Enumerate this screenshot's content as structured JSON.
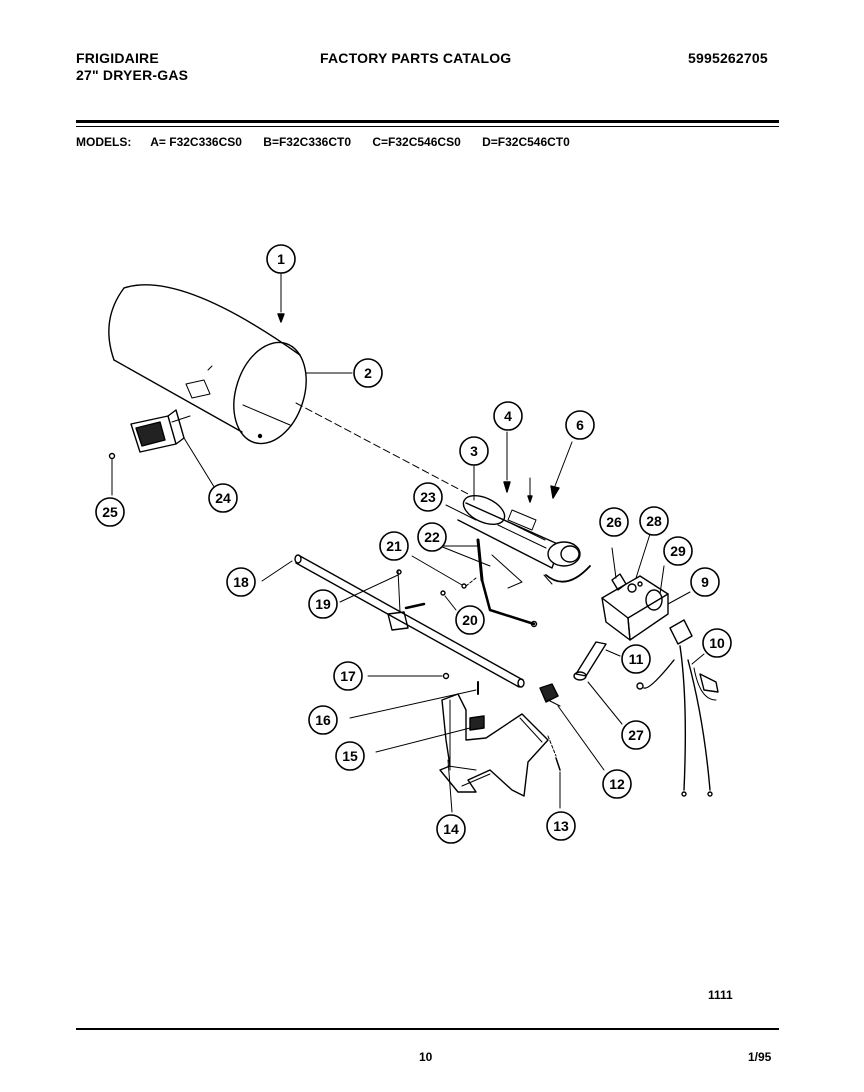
{
  "header": {
    "brand": "FRIGIDAIRE",
    "product": "27\" DRYER-GAS",
    "catalog_title": "FACTORY PARTS CATALOG",
    "catalog_number": "5995262705"
  },
  "models": {
    "label": "MODELS:",
    "items": [
      "A= F32C336CS0",
      "B=F32C336CT0",
      "C=F32C546CS0",
      "D=F32C546CT0"
    ]
  },
  "callouts": [
    {
      "id": "callout-1",
      "label": "1"
    },
    {
      "id": "callout-2",
      "label": "2"
    },
    {
      "id": "callout-3",
      "label": "3"
    },
    {
      "id": "callout-4",
      "label": "4"
    },
    {
      "id": "callout-6",
      "label": "6"
    },
    {
      "id": "callout-9",
      "label": "9"
    },
    {
      "id": "callout-10",
      "label": "10"
    },
    {
      "id": "callout-11",
      "label": "11"
    },
    {
      "id": "callout-12",
      "label": "12"
    },
    {
      "id": "callout-13",
      "label": "13"
    },
    {
      "id": "callout-14",
      "label": "14"
    },
    {
      "id": "callout-15",
      "label": "15"
    },
    {
      "id": "callout-16",
      "label": "16"
    },
    {
      "id": "callout-17",
      "label": "17"
    },
    {
      "id": "callout-18",
      "label": "18"
    },
    {
      "id": "callout-19",
      "label": "19"
    },
    {
      "id": "callout-20",
      "label": "20"
    },
    {
      "id": "callout-21",
      "label": "21"
    },
    {
      "id": "callout-22",
      "label": "22"
    },
    {
      "id": "callout-23",
      "label": "23"
    },
    {
      "id": "callout-24",
      "label": "24"
    },
    {
      "id": "callout-25",
      "label": "25"
    },
    {
      "id": "callout-26",
      "label": "26"
    },
    {
      "id": "callout-27",
      "label": "27"
    },
    {
      "id": "callout-28",
      "label": "28"
    },
    {
      "id": "callout-29",
      "label": "29"
    }
  ],
  "footer": {
    "figure_number": "1111",
    "page_number": "10",
    "date": "1/95"
  }
}
